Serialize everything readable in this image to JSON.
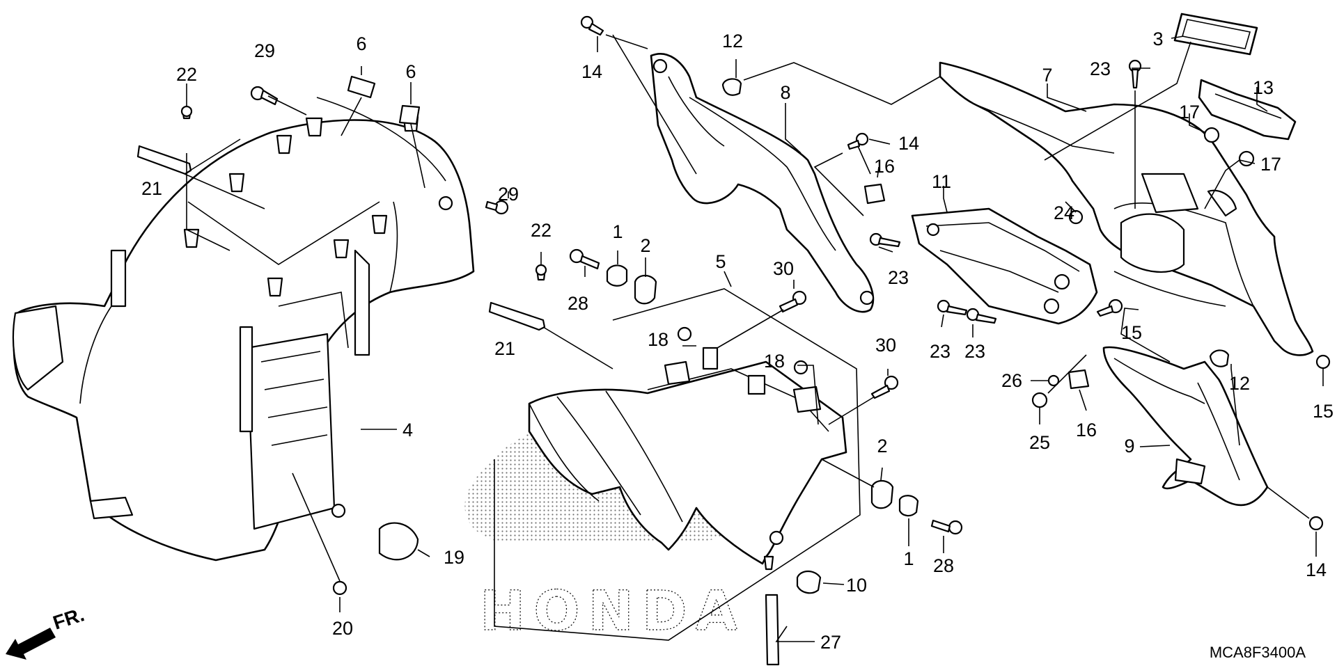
{
  "diagram": {
    "code": "MCA8F3400A",
    "direction_label": "FR.",
    "watermark": "HONDA",
    "callouts": [
      {
        "id": "c22a",
        "label": "22"
      },
      {
        "id": "c29a",
        "label": "29"
      },
      {
        "id": "c6a",
        "label": "6"
      },
      {
        "id": "c6b",
        "label": "6"
      },
      {
        "id": "c21a",
        "label": "21"
      },
      {
        "id": "c29b",
        "label": "29"
      },
      {
        "id": "c4",
        "label": "4"
      },
      {
        "id": "c19",
        "label": "19"
      },
      {
        "id": "c20",
        "label": "20"
      },
      {
        "id": "c14a",
        "label": "14"
      },
      {
        "id": "c12a",
        "label": "12"
      },
      {
        "id": "c8",
        "label": "8"
      },
      {
        "id": "c14b",
        "label": "14"
      },
      {
        "id": "c16a",
        "label": "16"
      },
      {
        "id": "c22b",
        "label": "22"
      },
      {
        "id": "c21b",
        "label": "21"
      },
      {
        "id": "c28a",
        "label": "28"
      },
      {
        "id": "c1a",
        "label": "1"
      },
      {
        "id": "c2a",
        "label": "2"
      },
      {
        "id": "c5",
        "label": "5"
      },
      {
        "id": "c30a",
        "label": "30"
      },
      {
        "id": "c18a",
        "label": "18"
      },
      {
        "id": "c18b",
        "label": "18"
      },
      {
        "id": "c30b",
        "label": "30"
      },
      {
        "id": "c2b",
        "label": "2"
      },
      {
        "id": "c1b",
        "label": "1"
      },
      {
        "id": "c28b",
        "label": "28"
      },
      {
        "id": "c10",
        "label": "10"
      },
      {
        "id": "c27",
        "label": "27"
      },
      {
        "id": "c3",
        "label": "3"
      },
      {
        "id": "c23a",
        "label": "23"
      },
      {
        "id": "c7",
        "label": "7"
      },
      {
        "id": "c13",
        "label": "13"
      },
      {
        "id": "c17a",
        "label": "17"
      },
      {
        "id": "c17b",
        "label": "17"
      },
      {
        "id": "c11",
        "label": "11"
      },
      {
        "id": "c24",
        "label": "24"
      },
      {
        "id": "c23b",
        "label": "23"
      },
      {
        "id": "c23c",
        "label": "23"
      },
      {
        "id": "c23d",
        "label": "23"
      },
      {
        "id": "c15a",
        "label": "15"
      },
      {
        "id": "c15b",
        "label": "15"
      },
      {
        "id": "c12b",
        "label": "12"
      },
      {
        "id": "c26",
        "label": "26"
      },
      {
        "id": "c16b",
        "label": "16"
      },
      {
        "id": "c25",
        "label": "25"
      },
      {
        "id": "c9",
        "label": "9"
      },
      {
        "id": "c14c",
        "label": "14"
      }
    ]
  }
}
